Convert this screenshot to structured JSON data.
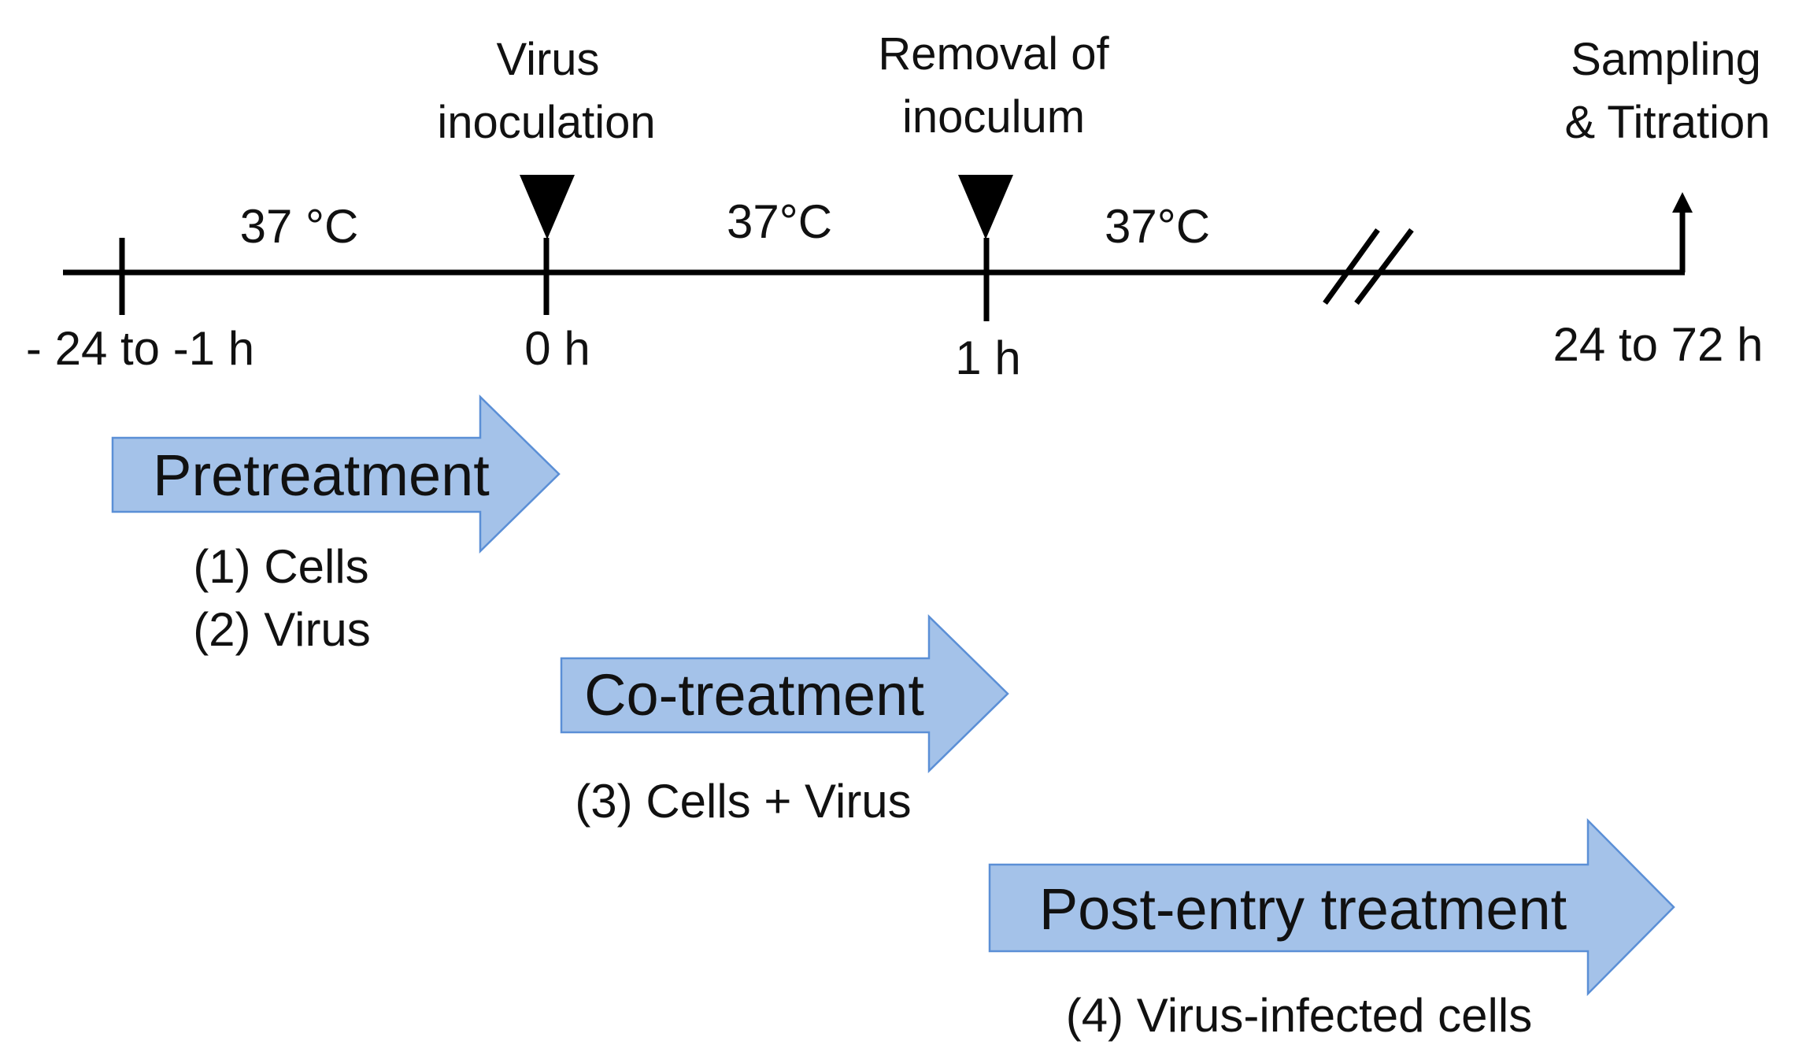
{
  "events": {
    "virus_inoculation": [
      "Virus",
      "inoculation"
    ],
    "removal": [
      "Removal of",
      "inoculum"
    ],
    "sampling": [
      "Sampling",
      "& Titration"
    ]
  },
  "temperatures": [
    "37 °C",
    "37°C",
    "37°C"
  ],
  "time_labels": [
    "- 24 to -1 h",
    "0 h",
    "1 h",
    "24 to 72 h"
  ],
  "treatments": [
    {
      "label": "Pretreatment",
      "details": [
        "(1) Cells",
        "(2) Virus"
      ]
    },
    {
      "label": "Co-treatment",
      "details": [
        "(3) Cells + Virus"
      ]
    },
    {
      "label": "Post-entry treatment",
      "details": [
        "(4) Virus-infected cells"
      ]
    }
  ],
  "colors": {
    "arrow_fill": "#a4c2e9",
    "arrow_stroke": "#5b8fd6",
    "line": "#000000"
  }
}
